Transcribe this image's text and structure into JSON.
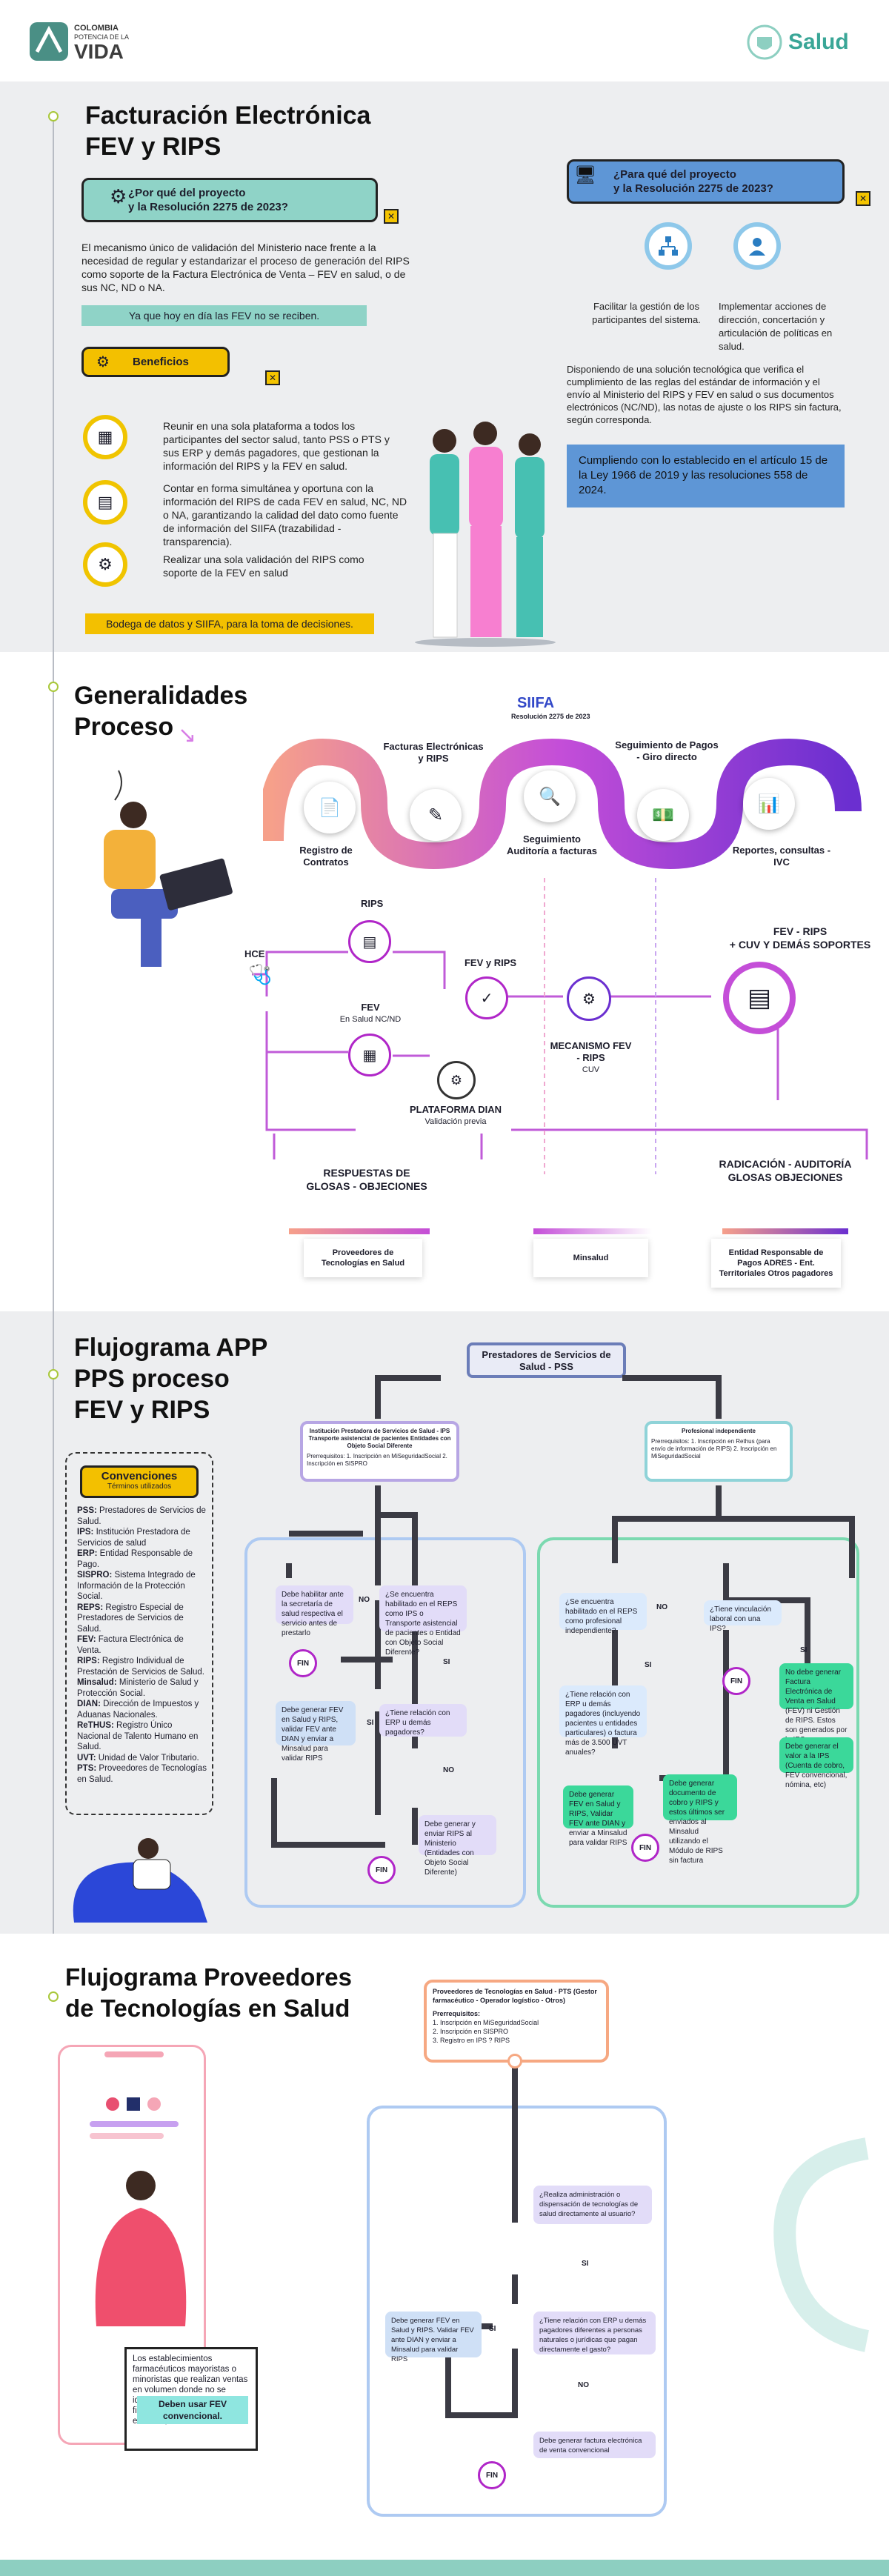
{
  "header": {
    "logo_line1": "COLOMBIA",
    "logo_line2": "POTENCIA DE LA",
    "logo_line3": "VIDA",
    "ministry": "Salud"
  },
  "s1": {
    "title1": "Facturación Electrónica",
    "title2": "FEV y RIPS",
    "q1_l1": "¿Por qué del proyecto",
    "q1_l2": "y la Resolución 2275 de 2023?",
    "q1_body": "El mecanismo único de validación del Ministerio nace frente a la necesidad de regular y estandarizar el proceso de generación del RIPS como soporte de la Factura Electrónica de Venta – FEV en salud, o de sus NC, ND o NA.",
    "q1_banner": "Ya que hoy en día las FEV no se reciben.",
    "benefits_title": "Beneficios",
    "benefit1": "Reunir en una sola plataforma a todos los participantes del sector salud, tanto PSS o PTS y sus ERP y demás pagadores, que gestionan la información del RIPS y la FEV en salud.",
    "benefit2": "Contar en forma simultánea y oportuna con la información del RIPS de cada FEV en salud, NC, ND o NA, garantizando la calidad del dato como fuente de información del SIIFA (trazabilidad - transparencia).",
    "benefit3": "Realizar una sola validación del RIPS como soporte de la FEV en salud",
    "benefits_banner": "Bodega de datos y  SIIFA, para la toma de decisiones.",
    "q2_l1": "¿Para qué del proyecto",
    "q2_l2": "y la Resolución 2275 de 2023?",
    "aim1": "Facilitar la gestión de los participantes del sistema.",
    "aim2": "Implementar acciones de dirección, concertación y articulación de políticas en salud.",
    "q2_body": "Disponiendo de una solución tecnológica que verifica el cumplimiento de las reglas del estándar de información y el envío al Ministerio del RIPS y FEV en salud o sus documentos electrónicos (NC/ND), las notas de ajuste o los RIPS sin factura, según corresponda.",
    "q2_banner": "Cumpliendo con lo establecido en el artículo 15 de la Ley 1966 de 2019 y las resoluciones 558 de 2024."
  },
  "s2": {
    "title1": "Generalidades",
    "title2": "Proceso",
    "siifa": "SIIFA",
    "siifa_sub": "Resolución 2275 de 2023",
    "step1": "Registro de Contratos",
    "step2": "Facturas Electrónicas y RIPS",
    "step3": "Seguimiento Auditoría a facturas",
    "step4": "Seguimiento de Pagos - Giro directo",
    "step5": "Reportes, consultas - IVC",
    "hce": "HCE",
    "rips": "RIPS",
    "fev": "FEV",
    "fev_sub": "En Salud NC/ND",
    "fev_rips": "FEV y RIPS",
    "plataforma": "PLATAFORMA DIAN",
    "plataforma_sub": "Validación previa",
    "mecanismo": "MECANISMO FEV - RIPS",
    "mecanismo_sub": "CUV",
    "final_l1": "FEV - RIPS",
    "final_l2": "+  CUV Y DEMÁS SOPORTES",
    "respuestas": "RESPUESTAS DE GLOSAS - OBJECIONES",
    "radicacion": "RADICACIÓN - AUDITORÍA GLOSAS OBJECIONES",
    "card1": "Proveedores de Tecnologías en Salud",
    "card2": "Minsalud",
    "card3": "Entidad Responsable de Pagos ADRES - Ent. Territoriales Otros pagadores"
  },
  "s3": {
    "title1": "Flujograma APP",
    "title2": "PPS proceso",
    "title3": "FEV y RIPS",
    "top_box": "Prestadores de Servicios de Salud - PSS",
    "conv_title": "Convenciones",
    "conv_sub": "Términos utilizados",
    "conventions": [
      {
        "k": "PSS:",
        "v": " Prestadores de Servicios de Salud."
      },
      {
        "k": "IPS:",
        "v": " Institución Prestadora de Servicios de salud"
      },
      {
        "k": "ERP:",
        "v": " Entidad Responsable de Pago."
      },
      {
        "k": "SISPRO:",
        "v": " Sistema Integrado de Información de la Protección Social."
      },
      {
        "k": "REPS:",
        "v": " Registro Especial de Prestadores de Servicios de Salud."
      },
      {
        "k": "FEV:",
        "v": " Factura Electrónica de Venta."
      },
      {
        "k": "RIPS:",
        "v": " Registro Individual de Prestación de Servicios de Salud."
      },
      {
        "k": "Minsalud:",
        "v": " Ministerio de Salud y Protección Social."
      },
      {
        "k": "DIAN:",
        "v": " Dirección de Impuestos y Aduanas Nacionales."
      },
      {
        "k": "ReTHUS:",
        "v": " Registro Único Nacional de Talento Humano en Salud."
      },
      {
        "k": "UVT:",
        "v": " Unidad de Valor Tributario."
      },
      {
        "k": "PTS:",
        "v": " Proveedores de Tecnologías en Salud."
      }
    ],
    "ips_box": "Institución Prestadora de Servicios de Salud - IPS Transporte asistencial de pacientes Entidades con Objeto Social Diferente",
    "ips_prereq": "Prerrequisitos: 1. Inscripción en MiSeguridadSocial 2. Inscripción en SISPRO",
    "prof_box": "Profesional independiente",
    "prof_prereq": "Prerrequisitos: 1. Inscripción en Rethus (para envío de información de RIPS) 2. Inscripción en MiSeguridadSocial",
    "l_q1": "¿Se encuentra habilitado en el REPS como IPS o Transporte asistencial de pacientes o Entidad con Objeto Social Diferente?",
    "l_a1": "Debe habilitar ante la secretaría de salud respectiva el servicio antes de prestarlo",
    "l_q2": "¿Tiene relación con ERP u demás pagadores?",
    "l_a2": "Debe generar FEV en Salud y RIPS, validar FEV ante DIAN y enviar a Minsalud para validar RIPS",
    "l_a3": "Debe generar y enviar RIPS al Ministerio (Entidades con Objeto Social Diferente)",
    "r_q1": "¿Se encuentra habilitado en el REPS como profesional independiente?",
    "r_q2": "¿Tiene vinculación laboral con una IPS?",
    "r_a1": "No debe generar Factura Electrónica de Venta en Salud (FEV) ni Gestión de RIPS. Estos son generados por la IPS",
    "r_q3": "¿Tiene relación con ERP u demás pagadores (incluyendo pacientes u entidades particulares) o factura más de 3.500 UVT anuales?",
    "r_a2": "Debe generar FEV en Salud y RIPS, Validar FEV ante DIAN y enviar a Minsalud para validar RIPS",
    "r_a3": "Debe generar documento de cobro y RIPS y estos últimos ser enviados al Minsalud utilizando el Módulo de RIPS sin factura",
    "r_a4": "Debe generar el valor a la IPS (Cuenta de cobro, FEV convencional, nómina, etc)",
    "fin": "FIN",
    "no": "NO",
    "si": "SI"
  },
  "s4": {
    "title1": "Flujograma Proveedores",
    "title2": "de Tecnologías en Salud",
    "pts_box": "Proveedores de Tecnologías en Salud - PTS (Gestor farmacéutico - Operador logístico - Otros)",
    "pts_prereq_title": "Prerrequisitos:",
    "pts_prereq1": "1. Inscripción en MiSeguridadSocial",
    "pts_prereq2": "2. Inscripción en SISPRO",
    "pts_prereq3": "3. Registro en IPS ? RIPS",
    "q1": "¿Realiza administración o dispensación de tecnologías de salud directamente al usuario?",
    "q2": "¿Tiene relación con ERP u demás pagadores diferentes a personas naturales o jurídicas que pagan directamente el gasto?",
    "a1": "Debe generar FEV en Salud y RIPS. Validar FEV ante DIAN y enviar a Minsalud para validar RIPS",
    "a2": "Debe generar factura electrónica de venta convencional",
    "note": "Los establecimientos farmacéuticos mayoristas o minoristas que realizan ventas en volumen donde no se identifica el usuario/paciente final, no deben generar FEV en salud, ni RIPS.",
    "note_banner": "Deben usar FEV convencional.",
    "fin": "FIN",
    "no": "NO",
    "si": "SI"
  }
}
